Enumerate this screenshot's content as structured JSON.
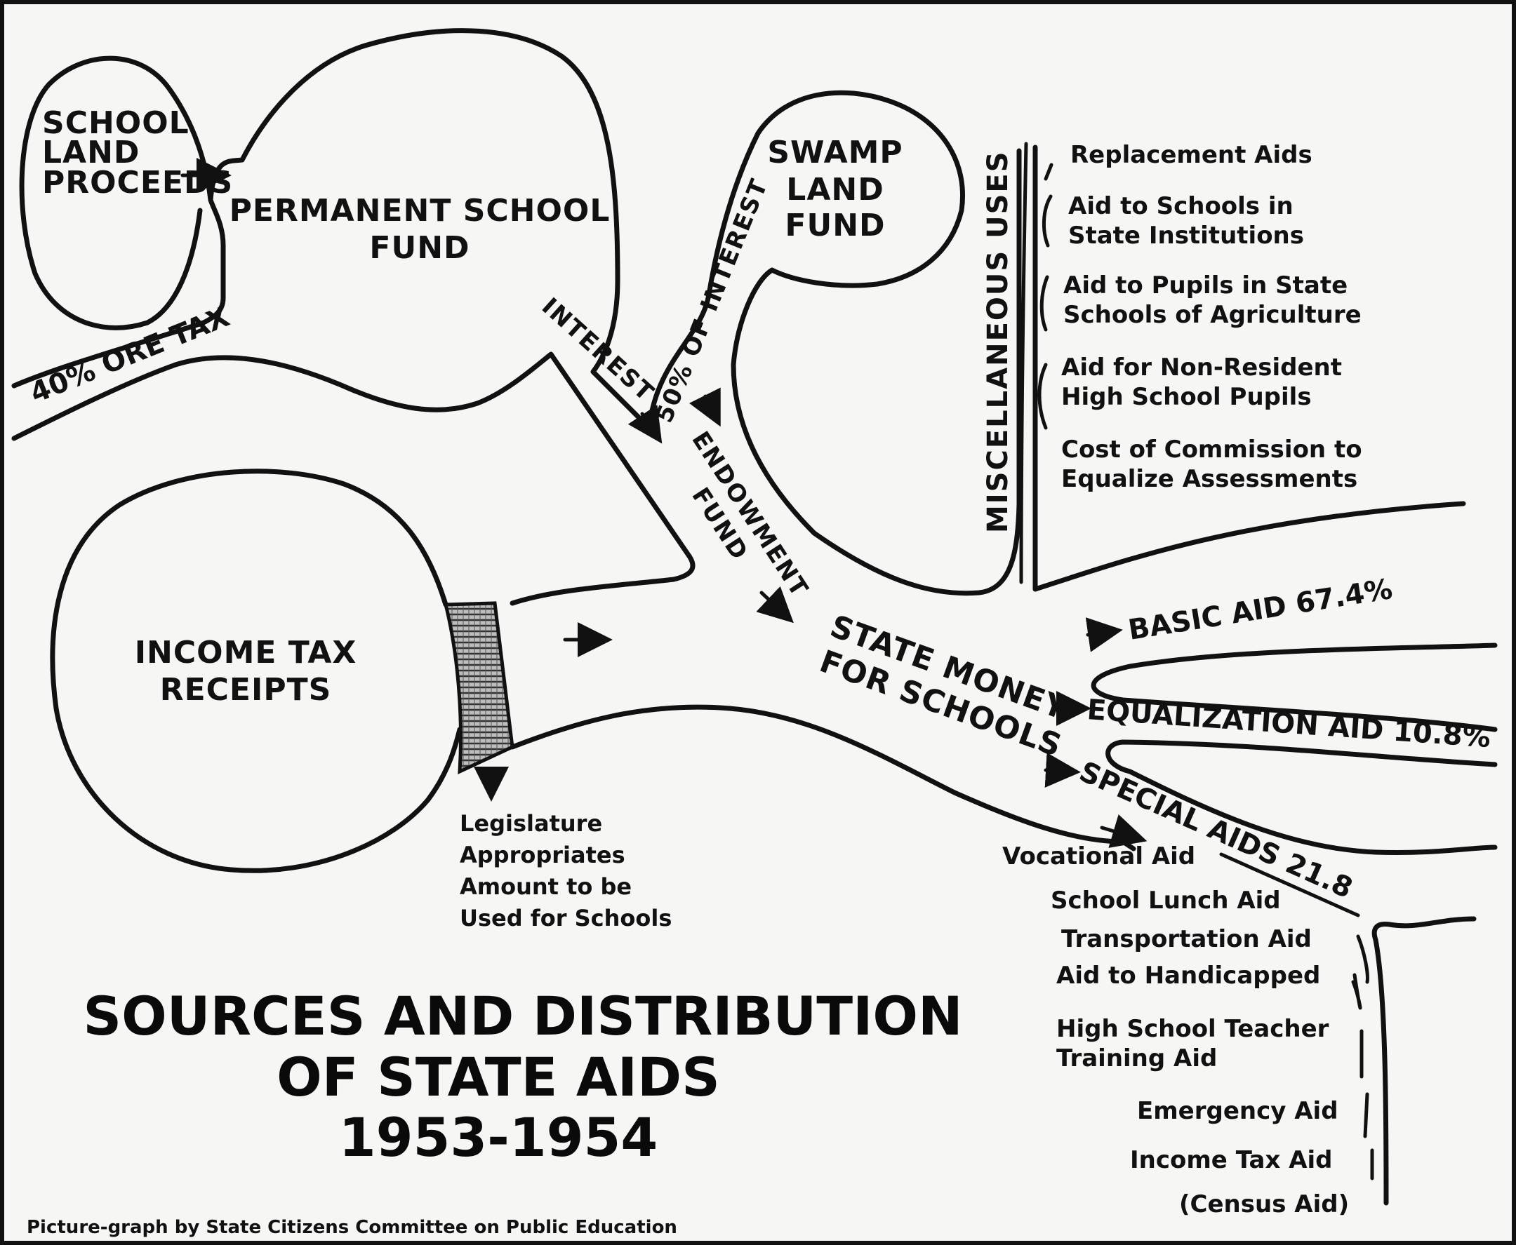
{
  "title": {
    "line1": "SOURCES AND DISTRIBUTION",
    "line2": "OF STATE AIDS",
    "line3": "1953-1954"
  },
  "credit": "Picture-graph by State Citizens Committee on Public Education",
  "sources": {
    "school_land_proceeds": [
      "SCHOOL",
      "LAND",
      "PROCEEDS"
    ],
    "permanent_school_fund": [
      "PERMANENT SCHOOL",
      "FUND"
    ],
    "swamp_land_fund": [
      "SWAMP",
      "LAND",
      "FUND"
    ],
    "ore_tax": "40% ORE TAX",
    "income_tax_receipts": [
      "INCOME TAX",
      "RECEIPTS"
    ],
    "legislature_note": [
      "Legislature",
      "Appropriates",
      "Amount to be",
      "Used for Schools"
    ]
  },
  "flows": {
    "interest": "INTEREST",
    "fifty_percent_of_interest": "50% OF INTEREST",
    "endowment_fund": [
      "ENDOWMENT",
      "FUND"
    ],
    "state_money": [
      "STATE MONEY",
      "FOR SCHOOLS"
    ]
  },
  "miscellaneous": {
    "heading": "MISCELLANEOUS USES",
    "items": [
      [
        "Replacement Aids"
      ],
      [
        "Aid to Schools in",
        "State Institutions"
      ],
      [
        "Aid to Pupils in State",
        "Schools of Agriculture"
      ],
      [
        "Aid for Non-Resident",
        "High School Pupils"
      ],
      [
        "Cost of Commission to",
        "Equalize Assessments"
      ]
    ]
  },
  "distribution": {
    "basic_aid": "BASIC AID 67.4%",
    "equalization_aid": "EQUALIZATION AID 10.8%",
    "special_aids": "SPECIAL AIDS 21.8"
  },
  "special_aids_items": [
    "Vocational Aid",
    "School Lunch Aid",
    "Transportation Aid",
    "Aid to Handicapped",
    "High School Teacher",
    "Training Aid",
    "Emergency Aid",
    "Income Tax Aid",
    "(Census Aid)"
  ],
  "colors": {
    "ink": "#111111",
    "paper": "#f6f6f4",
    "hatch": "#555555"
  }
}
